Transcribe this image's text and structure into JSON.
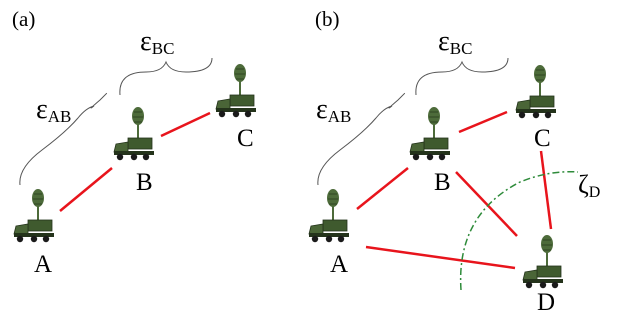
{
  "panels": [
    {
      "tag": "(a)",
      "nodes": {
        "A": "A",
        "B": "B",
        "C": "C"
      },
      "brace_labels": {
        "ab": {
          "symbol": "ε",
          "sub": "AB"
        },
        "bc": {
          "symbol": "ε",
          "sub": "BC"
        }
      },
      "links": [
        [
          "A",
          "B"
        ],
        [
          "B",
          "C"
        ]
      ]
    },
    {
      "tag": "(b)",
      "nodes": {
        "A": "A",
        "B": "B",
        "C": "C",
        "D": "D"
      },
      "brace_labels": {
        "ab": {
          "symbol": "ε",
          "sub": "AB"
        },
        "bc": {
          "symbol": "ε",
          "sub": "BC"
        }
      },
      "zone_label": {
        "symbol": "ζ",
        "sub": "D"
      },
      "links": [
        [
          "A",
          "B"
        ],
        [
          "B",
          "C"
        ],
        [
          "A",
          "D"
        ],
        [
          "B",
          "D"
        ],
        [
          "C",
          "D"
        ]
      ]
    }
  ],
  "colors": {
    "link": "#e8141c",
    "zone_arc": "#2e8b3a",
    "brace": "#555555",
    "vehicle_body": "#3f5a2e",
    "vehicle_dark": "#24331b",
    "antenna": "#4d6b3a"
  },
  "icons": {
    "vehicle": "military-truck-with-antenna-icon"
  }
}
